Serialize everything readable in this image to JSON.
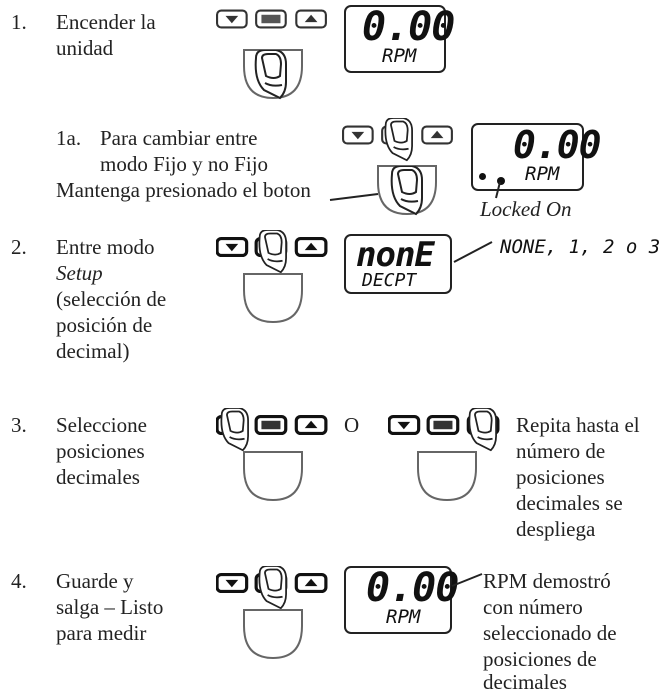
{
  "steps": [
    {
      "num": "1.",
      "lines": [
        "Encender la",
        "unidad"
      ]
    },
    {
      "num": "1a.",
      "lines": [
        "Para cambiar entre",
        "modo Fijo y no Fijo",
        "Mantenga presionado el boton"
      ]
    },
    {
      "num": "2.",
      "lines": [
        "Entre modo",
        "Setup",
        "(selección de",
        "posición de",
        "decimal)"
      ]
    },
    {
      "num": "3.",
      "lines": [
        "Seleccione",
        "posiciones",
        "decimales"
      ]
    },
    {
      "num": "4.",
      "lines": [
        "Guarde y",
        "salga – Listo",
        "para medir"
      ]
    }
  ],
  "displays": {
    "d1": {
      "main": "0.00",
      "sub": "RPM"
    },
    "d1a": {
      "main": "0.00",
      "sub": "RPM"
    },
    "d2": {
      "main": "nonE",
      "sub": "DECPT"
    },
    "d4": {
      "main": "0.00",
      "sub": "RPM"
    }
  },
  "annotations": {
    "locked_on": "Locked On",
    "decimal_options": "NONE, 1, 2 o 3",
    "or_label": "O",
    "repeat": [
      "Repita hasta el",
      "número de",
      "posiciones",
      "decimales se",
      "despliega"
    ],
    "rpm_result": [
      "RPM demostró",
      "con número",
      "seleccionado de",
      "posiciones de",
      "decimales"
    ]
  },
  "keypad": {
    "left_icon": "down-arrow",
    "middle_icon": "menu-enter",
    "right_icon": "up-arrow"
  }
}
